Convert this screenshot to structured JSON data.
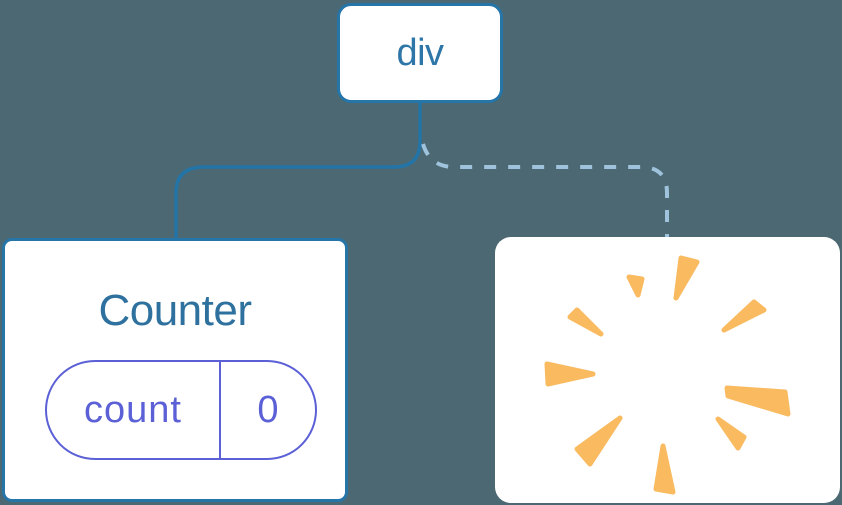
{
  "diagram": {
    "background": "#4C6872",
    "root_node": {
      "label": "div"
    },
    "counter_node": {
      "title": "Counter",
      "state_pill": {
        "key": "count",
        "value": "0"
      }
    },
    "destroyed_node": {
      "icon": "poof-burst-icon"
    },
    "colors": {
      "card_white": "#FFFFFF",
      "node_border_blue": "#2575A8",
      "root_label_blue": "#2E76A8",
      "counter_title_blue": "#2E719E",
      "state_indigo": "#5B60D6",
      "solid_edge_blue": "#2374A7",
      "dashed_edge_light_blue": "#9FC3DD",
      "burst_orange": "#F9BA60"
    }
  }
}
